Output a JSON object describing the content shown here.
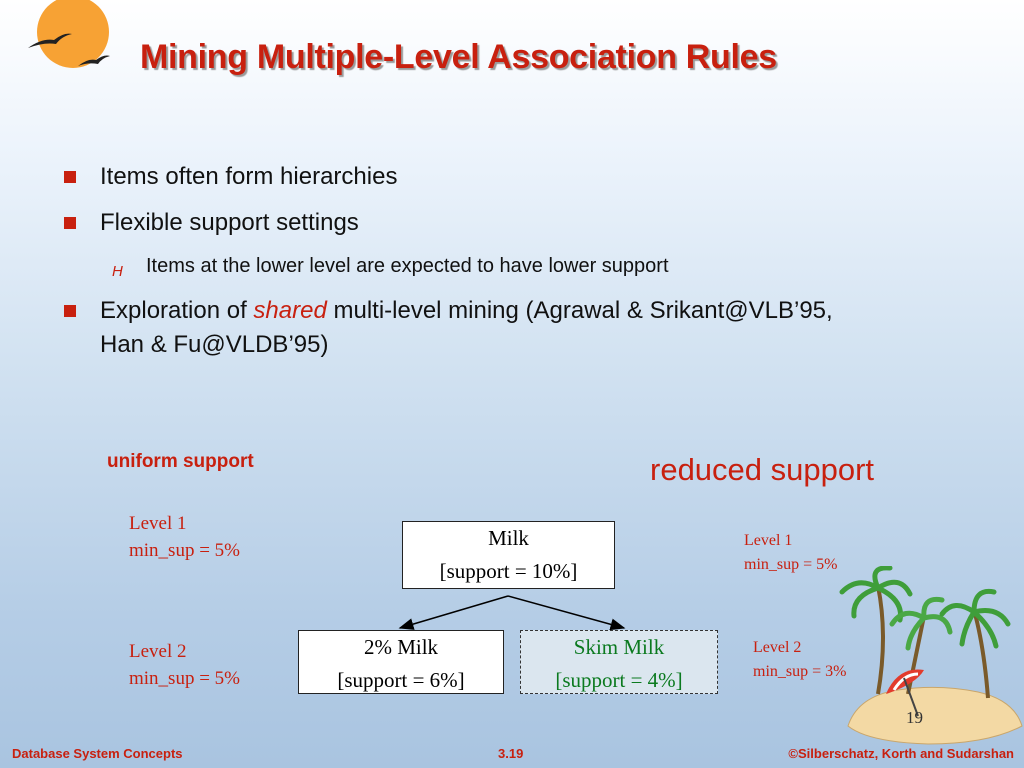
{
  "title": "Mining Multiple-Level Association Rules",
  "bullets": {
    "b1": "Items often form hierarchies",
    "b2": "Flexible support settings",
    "b2_sub": "Items at the lower level are expected to have lower support",
    "b3_prefix": "Exploration of ",
    "b3_em": "shared",
    "b3_line1_rest": " multi-level mining (Agrawal & Srikant@VLB’95,",
    "b3_line2": "Han & Fu@VLDB’95)"
  },
  "diagram": {
    "uniform_label": "uniform support",
    "reduced_label": "reduced support",
    "left": {
      "level1": "Level 1",
      "level1_min": "min_sup = 5%",
      "level2": "Level 2",
      "level2_min": "min_sup = 5%"
    },
    "right": {
      "level1": "Level 1",
      "level1_min": "min_sup = 5%",
      "level2": "Level 2",
      "level2_min": "min_sup = 3%"
    },
    "milk": {
      "name": "Milk",
      "support": "[support = 10%]"
    },
    "two_milk": {
      "name": "2% Milk",
      "support": "[support = 6%]"
    },
    "skim_milk": {
      "name": "Skim Milk",
      "support": "[support = 4%]"
    },
    "skim_color": "#0b7a1f"
  },
  "page_number": "19",
  "footer": {
    "left": "Database System Concepts",
    "center": "3.19",
    "right": "©Silberschatz, Korth and Sudarshan"
  },
  "colors": {
    "accent": "#c8200f"
  }
}
